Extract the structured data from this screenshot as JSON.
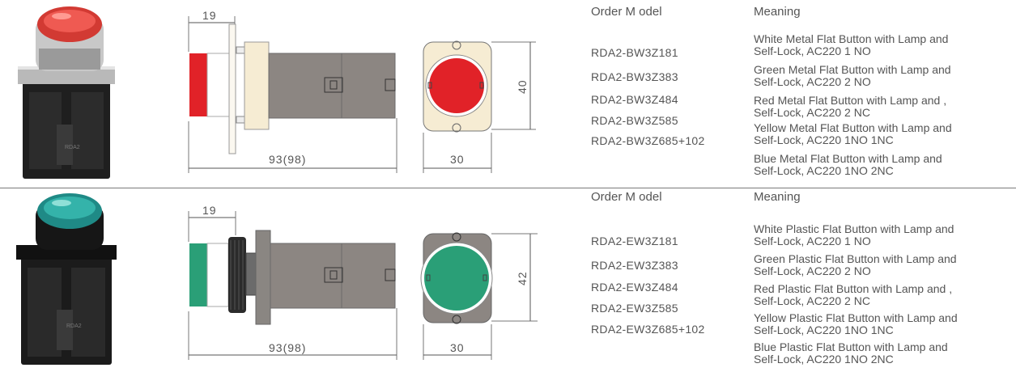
{
  "sections": [
    {
      "headers": {
        "model": "Order  M odel",
        "meaning": "Meaning"
      },
      "dims": {
        "width_label": "19",
        "length_label": "93(98)",
        "depth_label": "30",
        "height_label": "40"
      },
      "button_color": "#e12228",
      "rows": [
        {
          "model": "RDA2-BW3Z181",
          "meaning_1": "White Metal Flat Button with Lamp and",
          "meaning_2": "Self-Lock, AC220 1 NO"
        },
        {
          "model": "RDA2-BW3Z383",
          "meaning_1": "Green Metal Flat Button with Lamp and",
          "meaning_2": "Self-Lock, AC220 2 NO"
        },
        {
          "model": "RDA2-BW3Z484",
          "meaning_1": "Red Metal Flat Button with Lamp and ,",
          "meaning_2": "Self-Lock, AC220 2 NC"
        },
        {
          "model": "RDA2-BW3Z585",
          "meaning_1": "Yellow  Metal Flat Button with Lamp and",
          "meaning_2": "Self-Lock, AC220 1NO 1NC"
        },
        {
          "model": "RDA2-BW3Z685+102",
          "meaning_1": "Blue Metal Flat Button with Lamp and",
          "meaning_2": "Self-Lock, AC220 1NO 2NC"
        }
      ]
    },
    {
      "headers": {
        "model": "Order  M odel",
        "meaning": "Meaning"
      },
      "dims": {
        "width_label": "19",
        "length_label": "93(98)",
        "depth_label": "30",
        "height_label": "42"
      },
      "button_color": "#2a9f77",
      "rows": [
        {
          "model": "RDA2-EW3Z181",
          "meaning_1": "White Plastic Flat Button with Lamp and",
          "meaning_2": "Self-Lock, AC220 1 NO"
        },
        {
          "model": "RDA2-EW3Z383",
          "meaning_1": "Green Plastic Flat Button with Lamp and",
          "meaning_2": "Self-Lock, AC220 2 NO"
        },
        {
          "model": "RDA2-EW3Z484",
          "meaning_1": "Red Plastic Flat Button with Lamp and ,",
          "meaning_2": "Self-Lock, AC220 2 NC"
        },
        {
          "model": "RDA2-EW3Z585",
          "meaning_1": "Yellow Plastic Flat Button with Lamp and",
          "meaning_2": "Self-Lock, AC220 1NO 1NC"
        },
        {
          "model": "RDA2-EW3Z685+102",
          "meaning_1": "Blue Plastic Flat Button with Lamp and",
          "meaning_2": "Self-Lock, AC220 1NO 2NC"
        }
      ]
    }
  ]
}
